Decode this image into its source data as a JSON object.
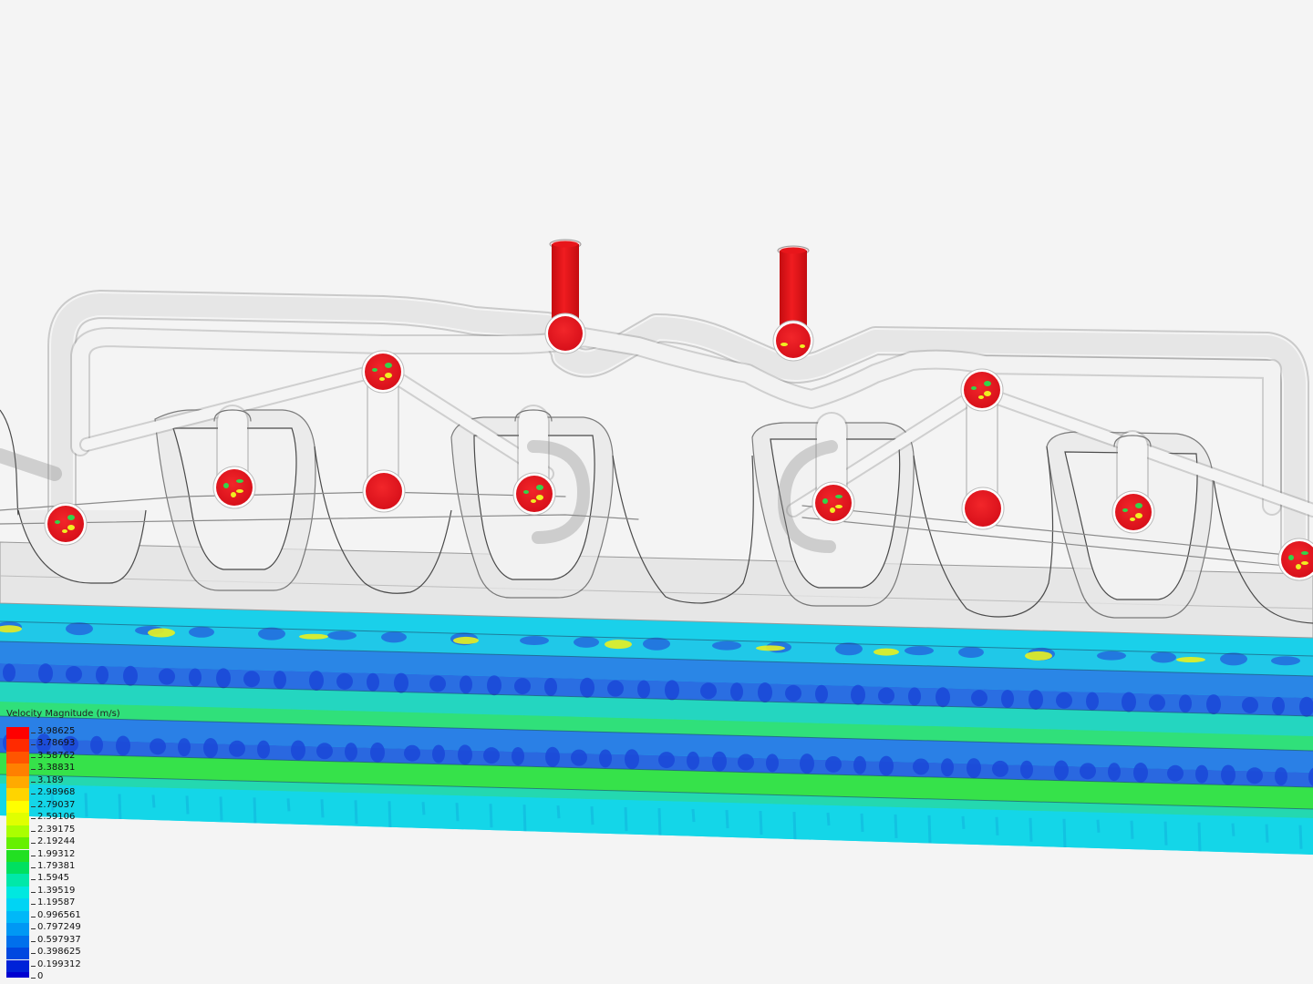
{
  "colors": {
    "background": "#f4f4f4",
    "pipe_fill": "#eaeaea",
    "pipe_edge": "#555555",
    "inlet_red": "#e8161b",
    "band_cyan": "#12d6e6",
    "band_blue": "#2670e0",
    "band_green": "#2ee64a",
    "band_yellow": "#f0f01a"
  },
  "legend": {
    "title": "Velocity Magnitude (m/s)",
    "entries": [
      {
        "label": "3.98625",
        "color": "#ff0000"
      },
      {
        "label": "3.78693",
        "color": "#ff2a00"
      },
      {
        "label": "3.58762",
        "color": "#ff5500"
      },
      {
        "label": "3.38831",
        "color": "#ff8000"
      },
      {
        "label": "3.189",
        "color": "#ffaa00"
      },
      {
        "label": "2.98968",
        "color": "#ffd400"
      },
      {
        "label": "2.79037",
        "color": "#ffff00"
      },
      {
        "label": "2.59106",
        "color": "#e0ff00"
      },
      {
        "label": "2.39175",
        "color": "#aaff00"
      },
      {
        "label": "2.19244",
        "color": "#66f000"
      },
      {
        "label": "1.99312",
        "color": "#22e022"
      },
      {
        "label": "1.79381",
        "color": "#00e060"
      },
      {
        "label": "1.5945",
        "color": "#00e8a8"
      },
      {
        "label": "1.39519",
        "color": "#00e8e0"
      },
      {
        "label": "1.19587",
        "color": "#00d4f4"
      },
      {
        "label": "0.996561",
        "color": "#00b8f8"
      },
      {
        "label": "0.797249",
        "color": "#0098f4"
      },
      {
        "label": "0.597937",
        "color": "#0070ec"
      },
      {
        "label": "0.398625",
        "color": "#0048e0"
      },
      {
        "label": "0.199312",
        "color": "#0022d8"
      },
      {
        "label": "0",
        "color": "#0000d0"
      }
    ]
  }
}
